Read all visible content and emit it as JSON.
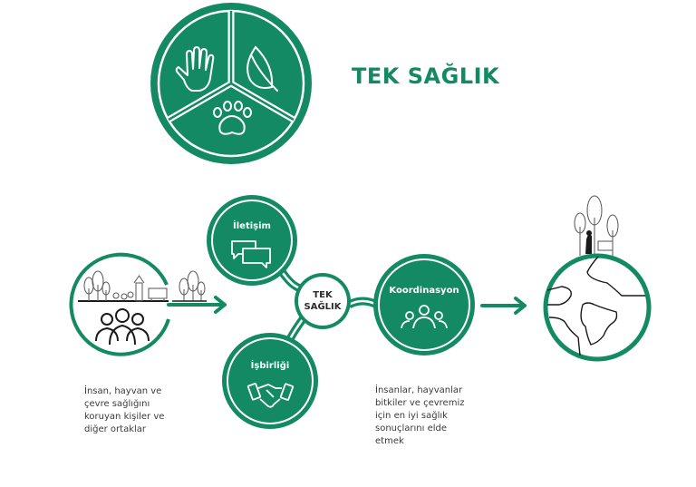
{
  "colors": {
    "brand_green": "#148a64",
    "white": "#ffffff",
    "text_dark": "#2b2b2b",
    "line_dark": "#1a1a1a"
  },
  "logo": {
    "segments": [
      {
        "icon": "hand-icon"
      },
      {
        "icon": "leaf-icon"
      },
      {
        "icon": "paw-icon"
      }
    ]
  },
  "header": {
    "title": "TEK SAĞLIK"
  },
  "left_panel": {
    "icon": "people-and-nature-icon",
    "caption_lines": [
      "İnsan, hayvan ve",
      "çevre sağlığını",
      "koruyan kişiler ve",
      "diğer ortaklar"
    ]
  },
  "hub": {
    "center_label_line1": "TEK",
    "center_label_line2": "SAĞLIK",
    "nodes": [
      {
        "label": "İletişim",
        "icon": "chat-bubbles-icon"
      },
      {
        "label": "Koordinasyon",
        "icon": "group-icon"
      },
      {
        "label": "İşbirliği",
        "icon": "handshake-icon"
      }
    ]
  },
  "right_panel": {
    "icon": "globe-icon",
    "caption_lines": [
      "İnsanlar, hayvanlar",
      "bitkiler ve çevremiz",
      "için en iyi sağlık",
      "sonuçlarını elde",
      "etmek"
    ]
  }
}
